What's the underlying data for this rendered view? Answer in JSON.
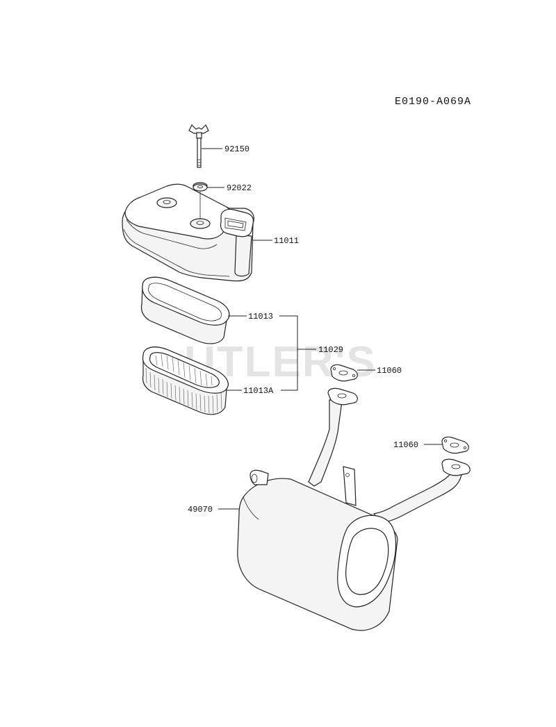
{
  "diagram_code": "E0190-A069A",
  "watermark": "UTLER'S",
  "callouts": {
    "bolt_92150": "92150",
    "washer_92022": "92022",
    "cover_11011": "11011",
    "element_11013": "11013",
    "element_11029": "11029",
    "element_11013a": "11013A",
    "gasket_upper_11060": "11060",
    "gasket_lower_11060": "11060",
    "muffler_49070": "49070"
  }
}
